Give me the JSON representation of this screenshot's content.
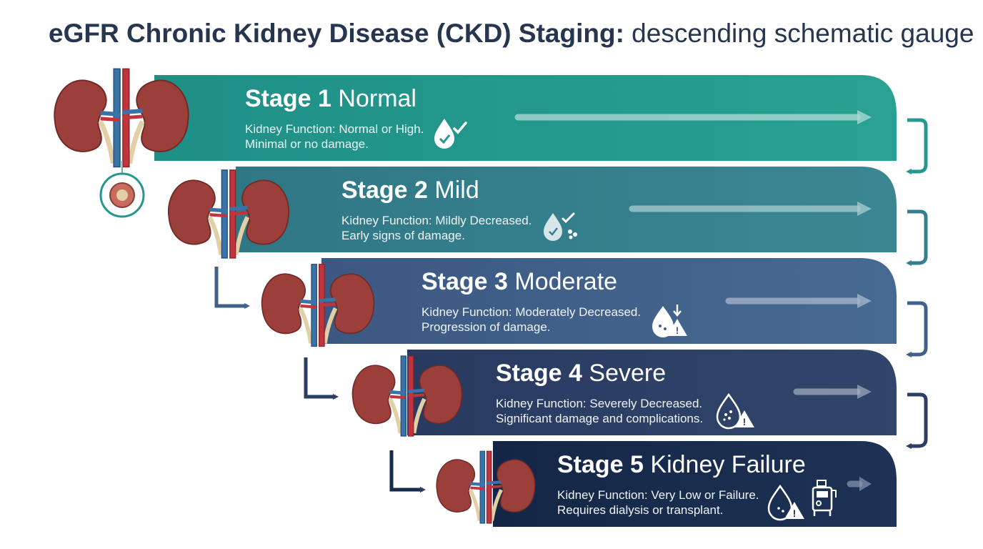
{
  "title": {
    "bold": "eGFR Chronic Kidney Disease (CKD) Staging:",
    "rest": " descending schematic gauge"
  },
  "colors": {
    "stage1": "#23988c",
    "stage2": "#347f8d",
    "stage3": "#41618a",
    "stage4": "#2c3e63",
    "stage5": "#172a4c",
    "kidney": "#9c3f3a",
    "artery": "#c0353c",
    "vein": "#3a73a8",
    "ureter": "#e2cfa6"
  },
  "stages": [
    {
      "label": "Stage 1",
      "name": "Normal",
      "line1": "Kidney Function: Normal or High.",
      "line2": "Minimal or no damage.",
      "icon": "droplet-check-icon"
    },
    {
      "label": "Stage 2",
      "name": "Mild",
      "line1": "Kidney Function: Mildly Decreased.",
      "line2": "Early signs of damage.",
      "icon": "droplet-check-dots-icon"
    },
    {
      "label": "Stage 3",
      "name": "Moderate",
      "line1": "Kidney Function: Moderately Decreased.",
      "line2": "Progression of damage.",
      "icon": "droplet-warning-down-icon"
    },
    {
      "label": "Stage 4",
      "name": "Severe",
      "line1": "Kidney Function: Severely Decreased.",
      "line2": "Significant damage and complications.",
      "icon": "droplet-warning-icon"
    },
    {
      "label": "Stage 5",
      "name": "Kidney Failure",
      "line1": "Kidney Function: Very Low or Failure.",
      "line2": "Requires dialysis or transplant.",
      "icon": "dialysis-machine-icon"
    }
  ]
}
